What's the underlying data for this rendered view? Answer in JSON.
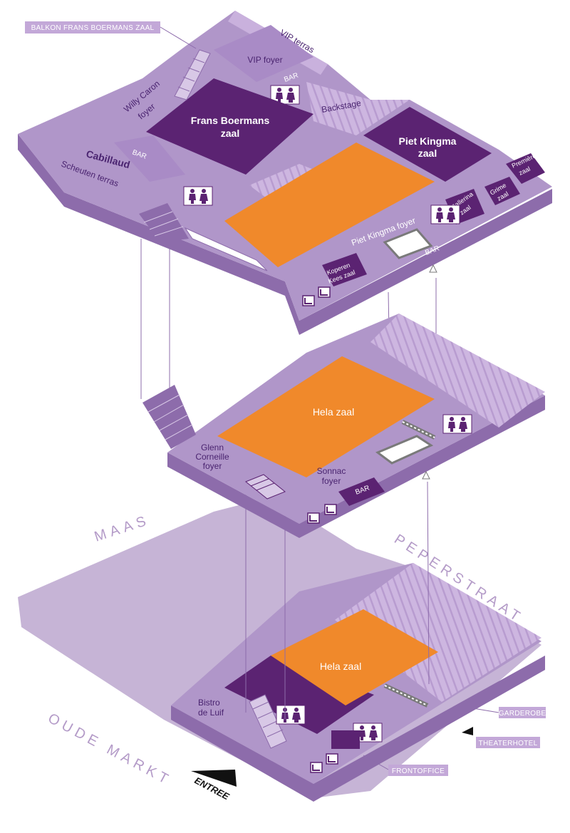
{
  "colors": {
    "floor_light": "#c9b1dd",
    "floor_mid": "#a98bc6",
    "floor_side": "#8d6cab",
    "hall_dark": "#5b2372",
    "stage_orange": "#f0892b",
    "tag_bg": "#c3a8d8",
    "street_text": "#b49bc8"
  },
  "top_floor": {
    "balcony_tag": "BALKON FRANS BOERMANS ZAAL",
    "vip_terras": "VIP terras",
    "vip_foyer": "VIP foyer",
    "bar_vip": "BAR",
    "backstage": "Backstage",
    "willy_caron": [
      "Willy Caron",
      "foyer"
    ],
    "frans_boermans": [
      "Frans Boermans",
      "zaal"
    ],
    "piet_kingma": [
      "Piet Kingma",
      "zaal"
    ],
    "premiere": [
      "Première",
      "zaal"
    ],
    "cabillaud": "Cabillaud",
    "scheuten": "Scheuten terras",
    "bar_left": "BAR",
    "ballerina": [
      "Ballerina",
      "zaal"
    ],
    "grime": [
      "Grime",
      "zaal"
    ],
    "piet_kingma_foyer": "Piet Kingma foyer",
    "bar_right": "BAR",
    "koperen": [
      "Koperen",
      "Kees zaal"
    ]
  },
  "middle_floor": {
    "hela_zaal": "Hela zaal",
    "glenn": [
      "Glenn",
      "Corneille",
      "foyer"
    ],
    "sonnac": [
      "Sonnac",
      "foyer"
    ],
    "bar": "BAR"
  },
  "ground_floor": {
    "hela_zaal": "Hela zaal",
    "bistro": [
      "Bistro",
      "de Luif"
    ],
    "garderobe_tag": "GARDEROBE",
    "theaterhotel_tag": "THEATERHOTEL",
    "frontoffice_tag": "FRONTOFFICE",
    "entree": "ENTREE"
  },
  "streets": {
    "maas": "MAAS",
    "peperstraat": "PEPERSTRAAT",
    "oude_markt": "OUDE MARKT"
  },
  "icons": [
    "restroom-icon",
    "elevator-icon",
    "stairs-icon",
    "escalator-icon"
  ]
}
